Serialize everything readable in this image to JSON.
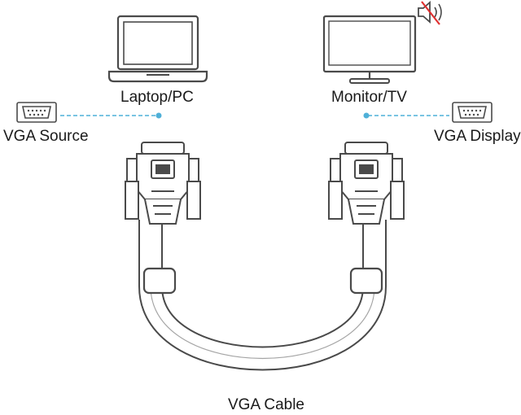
{
  "labels": {
    "laptop": "Laptop/PC",
    "monitor": "Monitor/TV",
    "vga_source": "VGA Source",
    "vga_display": "VGA Display",
    "cable": "VGA Cable"
  },
  "icons": {
    "laptop": "laptop-icon",
    "monitor": "monitor-icon",
    "speaker": "speaker-muted-icon",
    "source_port": "vga-port-icon",
    "display_port": "vga-port-icon",
    "connector": "vga-connector-icon"
  },
  "colors": {
    "stroke": "#4a4a4a",
    "link_line": "#4fb0d8",
    "mute_slash": "#e03030",
    "background": "#ffffff"
  }
}
